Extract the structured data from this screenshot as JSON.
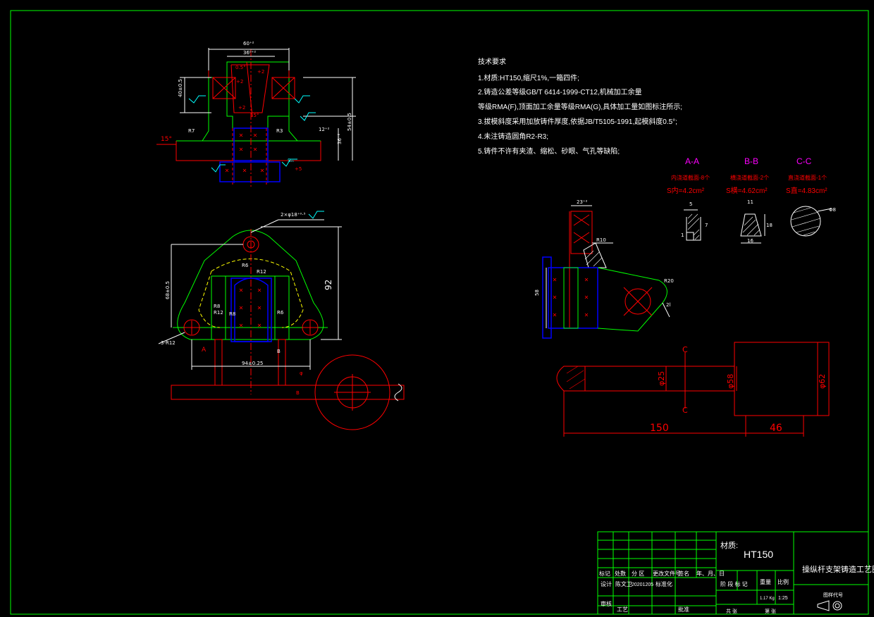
{
  "colors": {
    "background": "#000000",
    "frame": "#00ff00",
    "outline": "#00ff00",
    "casting": "#ff0000",
    "core": "#0000ff",
    "dimension": "#ffffff",
    "surface_mark": "#00ffff",
    "yellow_dash": "#ffff00",
    "magenta": "#ff00ff"
  },
  "tech_requirements": {
    "heading": "技术要求",
    "items": [
      "1.材质:HT150,缩尺1%,一箱四件;",
      "2.铸造公差等级GB/T 6414-1999-CT12,机械加工余量",
      "等级RMA(F),顶面加工余量等级RMA(G),具体加工量如图标注所示;",
      "3.拔模斜度采用加放铸件厚度,依据JB/T5105-1991,起模斜度0.5°;",
      "4.未注铸造圆角R2-R3;",
      "5.铸件不许有夹渣、缩松、砂眼、气孔等缺陷;"
    ]
  },
  "sections": [
    {
      "name": "A-A",
      "desc": "内浇道截面-8个",
      "area": "S内=4.2cm²",
      "dims": [
        "5",
        "7",
        "1"
      ]
    },
    {
      "name": "B-B",
      "desc": "横浇道截面-2个",
      "area": "S横=4.62cm²",
      "dims": [
        "11",
        "18",
        "16"
      ]
    },
    {
      "name": "C-C",
      "desc": "直浇道截面-1个",
      "area": "S直=4.83cm²",
      "dims": [
        "Φ8"
      ]
    }
  ],
  "top_view": {
    "dims": [
      "60⁺²",
      "36⁰⁺²",
      "0.5°",
      "+2",
      "+2",
      "15°",
      "+2",
      "15°",
      "R7",
      "R3",
      "12⁺²",
      "36⁺²",
      "54±0.5",
      "+5",
      "Sₘ"
    ],
    "left_dim": "40±0.5"
  },
  "front_view": {
    "dims": [
      "92",
      "68±0.5",
      "R6",
      "R12",
      "R8",
      "R12",
      "R6",
      "R8",
      "3-R12",
      "A",
      "B",
      "94±0.25",
      "φ",
      "2×φ18⁺⁰·⁵",
      "B"
    ]
  },
  "side_view": {
    "dims": [
      "23⁺²",
      "R10",
      "R20",
      "58",
      "2l"
    ]
  },
  "sprue": {
    "dims": [
      "150",
      "46",
      "φ25",
      "φ58",
      "φ62",
      "C",
      "C"
    ]
  },
  "title_block": {
    "material_label": "材质:",
    "material": "HT150",
    "drawing_title": "操纵杆支架铸造工艺图",
    "drawing_number": "图样代号",
    "headers": [
      "标记",
      "处数",
      "分 区",
      "更改文件号",
      "签名",
      "年、月、日"
    ],
    "designer_row": [
      "设计",
      "陈文卫",
      "20201205",
      "标准化"
    ],
    "review_row": [
      "审核",
      "工艺",
      "批准"
    ],
    "stage_mark": "阶 段 标 记",
    "weight_label": "重量",
    "scale_label": "比例",
    "weight": "1.17 Kg",
    "scale": "1:25",
    "sheets": "共 张",
    "sheet": "第 张"
  }
}
